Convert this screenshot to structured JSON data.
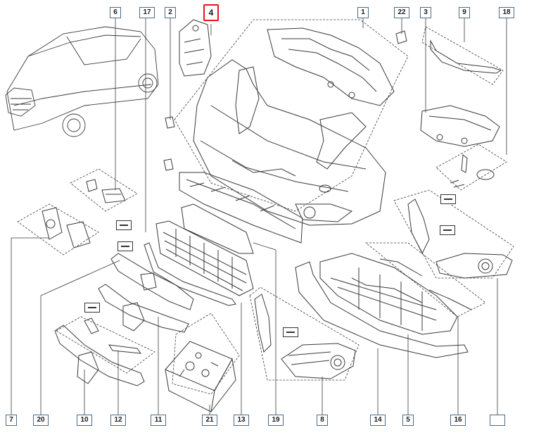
{
  "callouts": {
    "c1": "1",
    "c2": "2",
    "c3": "3",
    "c4": "4",
    "c5": "5",
    "c6": "6",
    "c7": "7",
    "c8": "8",
    "c9": "9",
    "c10": "10",
    "c11": "11",
    "c12": "12",
    "c13": "13",
    "c14": "14",
    "c16": "16",
    "c17": "17",
    "c18": "18",
    "c19": "19",
    "c20": "20",
    "c21": "21",
    "c22": "22"
  },
  "selected_part": "4",
  "colors": {
    "line": "#3a3a3a",
    "callout_border": "#4a6b86",
    "selected": "#e8141b"
  }
}
